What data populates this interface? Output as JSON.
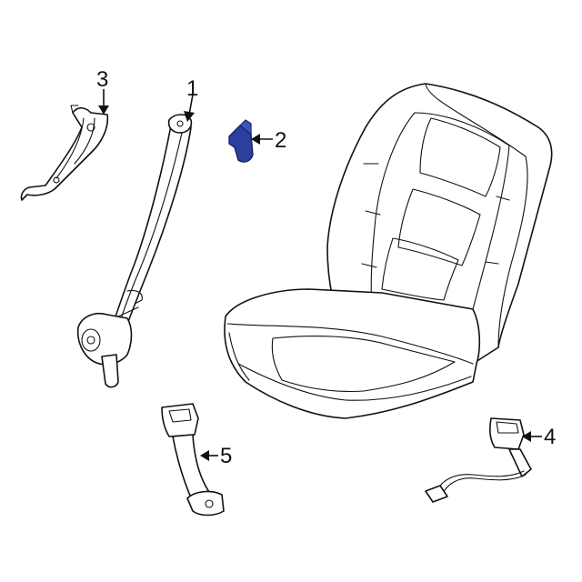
{
  "callouts": {
    "part1": "1",
    "part2": "2",
    "part3": "3",
    "part4": "4",
    "part5": "5"
  },
  "colors": {
    "highlight": "#2a3f9e",
    "highlight_edge": "#16245f",
    "line": "#111111",
    "background": "#ffffff"
  }
}
